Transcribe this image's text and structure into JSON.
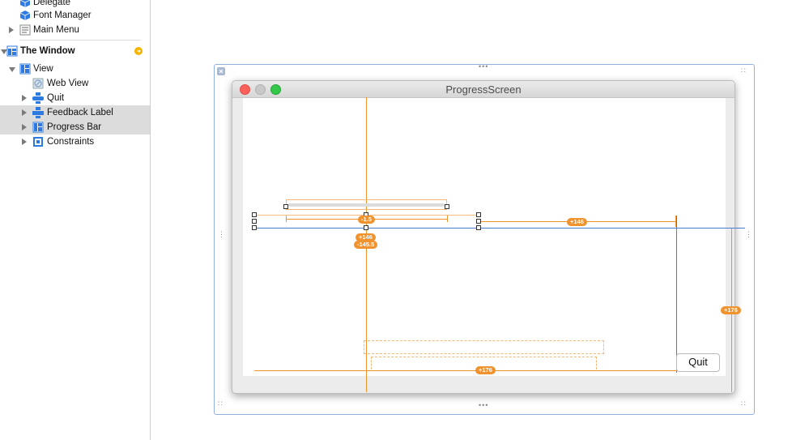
{
  "sidebar": {
    "items": [
      {
        "label": "Delegate",
        "icon": "cube-icon"
      },
      {
        "label": "Font Manager",
        "icon": "cube-icon"
      },
      {
        "label": "Main Menu",
        "icon": "menu-icon"
      },
      {
        "label": "The Window",
        "icon": "window-icon"
      },
      {
        "label": "View",
        "icon": "view-icon"
      },
      {
        "label": "Web View",
        "icon": "webview-icon"
      },
      {
        "label": "Quit",
        "icon": "button-icon"
      },
      {
        "label": "Feedback Label",
        "icon": "label-icon"
      },
      {
        "label": "Progress Bar",
        "icon": "progress-icon"
      },
      {
        "label": "Constraints",
        "icon": "constraints-icon"
      }
    ]
  },
  "window": {
    "title": "ProgressScreen",
    "quit_label": "Quit"
  },
  "constraints": {
    "badges": [
      "-1.5",
      "+146",
      "-145.5",
      "+146",
      "+176",
      "+176"
    ]
  },
  "colors": {
    "constraint": "#f0922e",
    "selection": "#4a7bd1",
    "close": "#fc605b",
    "minimize": "#c5c5c5",
    "zoom": "#34c84a"
  }
}
